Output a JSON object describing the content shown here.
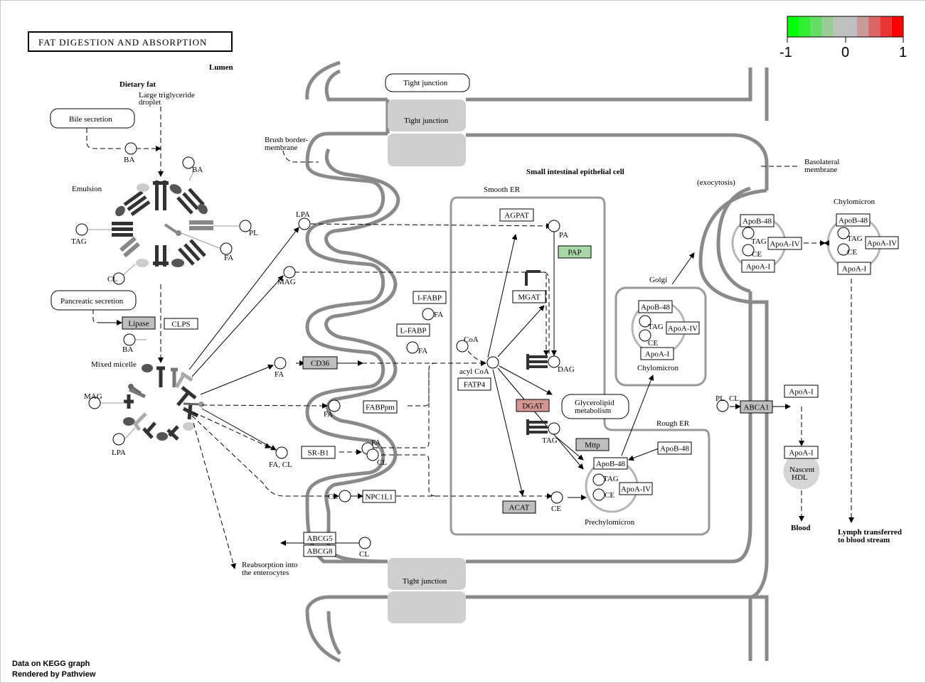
{
  "title": "FAT DIGESTION AND ABSORPTION",
  "legend": {
    "labels": [
      "-1",
      "0",
      "1"
    ],
    "colors": [
      "#00ff00",
      "#33ee33",
      "#66dd66",
      "#99cc99",
      "#bfbfbf",
      "#bfbfbf",
      "#cc9999",
      "#dd6666",
      "#ee3333",
      "#ff0000"
    ]
  },
  "footer": {
    "line1": "Data on KEGG graph",
    "line2": "Rendered by Pathview"
  },
  "regions": {
    "lumen": "Lumen",
    "dietary_fat": "Dietary fat",
    "droplet_1": "Large triglyceride",
    "droplet_2": "droplet",
    "emulsion": "Emulsion",
    "mixed_micelle": "Mixed micelle",
    "brush_border_1": "Brush border-",
    "brush_border_2": "membrane",
    "epithelial_cell": "Small intestinal epithelial cell",
    "smooth_er": "Smooth ER",
    "rough_er": "Rough ER",
    "golgi": "Golgi",
    "exocytosis": "(exocytosis)",
    "basolateral_1": "Basolateral",
    "basolateral_2": "membrane",
    "chylomicron_out": "Chylomicron",
    "chylomicron_golgi": "Chylomicron",
    "prechylomicron": "Prechylomicron",
    "reabsorption_1": "Reabsorption into",
    "reabsorption_2": "the enterocytes",
    "blood": "Blood",
    "lymph_1": "Lymph transferred",
    "lymph_2": "to blood stream",
    "nascent_1": "Nascent",
    "nascent_2": "HDL",
    "glycerolipid_1": "Glycerolipid",
    "glycerolipid_2": "metabolism"
  },
  "pathway_links": {
    "bile_secretion": "Bile secretion",
    "pancreatic_secretion": "Pancreatic secretion",
    "tight_junction_label": "Tight junction",
    "tight_junction_top": "Tight junction",
    "tight_junction_bottom": "Tight junction"
  },
  "genes": {
    "lipase": {
      "label": "Lipase",
      "color": "#bfbfbf"
    },
    "clps": {
      "label": "CLPS",
      "color": "#ffffff"
    },
    "cd36": {
      "label": "CD36",
      "color": "#bfbfbf"
    },
    "fabppm": {
      "label": "FABPpm",
      "color": "#ffffff"
    },
    "srb1": {
      "label": "SR-B1",
      "color": "#ffffff"
    },
    "npc1l1": {
      "label": "NPC1L1",
      "color": "#ffffff"
    },
    "abcg5": {
      "label": "ABCG5",
      "color": "#ffffff"
    },
    "abcg8": {
      "label": "ABCG8",
      "color": "#ffffff"
    },
    "agpat": {
      "label": "AGPAT",
      "color": "#ffffff"
    },
    "pap": {
      "label": "PAP",
      "color": "#a8d8a8"
    },
    "ifabp": {
      "label": "I-FABP",
      "color": "#ffffff"
    },
    "lfabp": {
      "label": "L-FABP",
      "color": "#ffffff"
    },
    "mgat": {
      "label": "MGAT",
      "color": "#ffffff"
    },
    "fatp4": {
      "label": "FATP4",
      "color": "#ffffff"
    },
    "dgat": {
      "label": "DGAT",
      "color": "#d49595"
    },
    "mttp": {
      "label": "Mttp",
      "color": "#bfbfbf"
    },
    "acat": {
      "label": "ACAT",
      "color": "#bfbfbf"
    },
    "apob48_rer": {
      "label": "ApoB-48",
      "color": "#ffffff"
    },
    "apob48_pre": {
      "label": "ApoB-48",
      "color": "#ffffff"
    },
    "apoa4_pre": {
      "label": "ApoA-IV",
      "color": "#ffffff"
    },
    "apob48_golgi": {
      "label": "ApoB-48",
      "color": "#ffffff"
    },
    "apoa4_golgi": {
      "label": "ApoA-IV",
      "color": "#ffffff"
    },
    "apoa1_golgi": {
      "label": "ApoA-I",
      "color": "#ffffff"
    },
    "apob48_exo": {
      "label": "ApoB-48",
      "color": "#ffffff"
    },
    "apoa4_exo": {
      "label": "ApoA-IV",
      "color": "#ffffff"
    },
    "apoa1_exo": {
      "label": "ApoA-I",
      "color": "#ffffff"
    },
    "apob48_out": {
      "label": "ApoB-48",
      "color": "#ffffff"
    },
    "apoa4_out": {
      "label": "ApoA-IV",
      "color": "#ffffff"
    },
    "apoa1_out": {
      "label": "ApoA-I",
      "color": "#ffffff"
    },
    "abca1": {
      "label": "ABCA1",
      "color": "#bfbfbf"
    },
    "apoa1_blood": {
      "label": "ApoA-I",
      "color": "#ffffff"
    },
    "apoa1_hdl": {
      "label": "ApoA-I",
      "color": "#ffffff"
    }
  },
  "compounds": {
    "ba1": "BA",
    "ba2": "BA",
    "ba3": "BA",
    "tag_em": "TAG",
    "pl_em": "PL",
    "fa_em": "FA",
    "cl_em": "CL",
    "mag_mi": "MAG",
    "lpa_mi": "LPA",
    "lpa": "LPA",
    "mag": "MAG",
    "fa_cd36": "FA",
    "fa_fabp": "FA",
    "facl": "FA, CL",
    "cl_npc": "CL",
    "cl_abcg": "CL",
    "pa": "PA",
    "coa": "CoA",
    "acylcoa": "acyl CoA",
    "fa_ifabp": "FA",
    "fa_lfabp": "FA",
    "dag": "DAG",
    "tag": "TAG",
    "ce": "CE",
    "fa_sr": "FA",
    "cl_sr": "CL",
    "tag_pre": "TAG",
    "ce_pre": "CE",
    "tag_golgi": "TAG",
    "ce_golgi": "CE",
    "tag_exo": "TAG",
    "ce_exo": "CE",
    "tag_out": "TAG",
    "ce_out": "CE",
    "pl_out": "PL",
    "cl_out": "CL"
  }
}
